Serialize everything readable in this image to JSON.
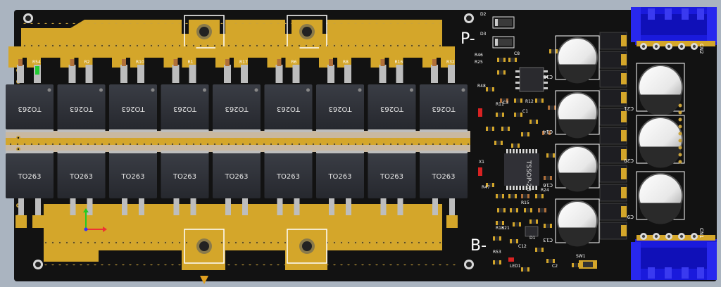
{
  "board": {
    "pcb_color": "#111111",
    "copper_color": "#d4a62a",
    "silk_color": "#ffffff",
    "background_color": "#aab4c0",
    "connector_color": "#1a1adc"
  },
  "mosfet_top_label": "TO263",
  "mosfet_bottom_label": "TO263",
  "mosfet_count_per_row": 9,
  "top_resistors": [
    "R54",
    "R2",
    "R10",
    "R1",
    "R17",
    "R6",
    "R8",
    "R16",
    "R32"
  ],
  "terminals": {
    "p_minus": "P-",
    "b_minus": "B-"
  },
  "ic_label": "TSSOP-20",
  "right_small_labels": [
    "D2",
    "D3",
    "R46",
    "R25",
    "C8",
    "R48",
    "R11",
    "C3",
    "R12",
    "C1",
    "X1",
    "R47",
    "R24",
    "R15",
    "R13",
    "R21",
    "C12",
    "D1",
    "LED1",
    "R53",
    "SW1",
    "C2"
  ],
  "caps_left": [
    "C15",
    "C14",
    "C16",
    "C13"
  ],
  "caps_right": [
    "C21",
    "C20",
    "C9"
  ],
  "connector_labels": [
    "CN2",
    "CN1"
  ]
}
